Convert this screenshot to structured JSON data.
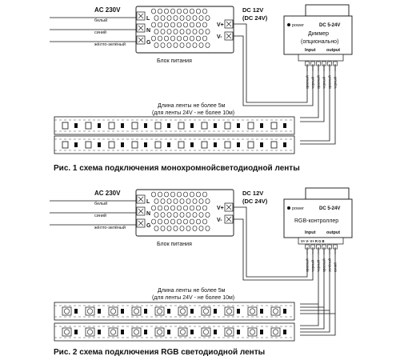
{
  "fig1": {
    "ac_label": "AC 230V",
    "wire_labels": [
      "белый",
      "синий",
      "жёлто-зелёный"
    ],
    "terminals_in": [
      "L",
      "N",
      "G"
    ],
    "terminals_out": [
      "V+",
      "V-"
    ],
    "dc_label_1": "DC 12V",
    "dc_label_2": "(DC 24V)",
    "psu_label": "Блок питания",
    "device": {
      "power": "power",
      "voltage": "DC 5-24V",
      "name_1": "Диммер",
      "name_2": "(опционально)",
      "input": "Input",
      "output": "output",
      "pin_labels": [
        "красный",
        "черный",
        "красный",
        "черный",
        "красный",
        "черный"
      ]
    },
    "length_1": "Длина ленты не более 5м",
    "length_2": "(для ленты 24V - не более 10м)",
    "caption": "Рис. 1 схема подключения монохромнойсветодиодной ленты"
  },
  "fig2": {
    "ac_label": "AC 230V",
    "wire_labels": [
      "белый",
      "синий",
      "жёлто-зелёный"
    ],
    "terminals_in": [
      "L",
      "N",
      "G"
    ],
    "terminals_out": [
      "V+",
      "V-"
    ],
    "dc_label_1": "DC 12V",
    "dc_label_2": "(DC 24V)",
    "psu_label": "Блок питания",
    "device": {
      "power": "power",
      "voltage": "DC 5-24V",
      "name_1": "RGB-контроллер",
      "input": "Input",
      "output": "output",
      "pin_header": "V+ V- V+ R G B",
      "pin_labels": [
        "красный",
        "черный",
        "черный",
        "красный",
        "зелёный",
        "синий"
      ]
    },
    "length_1": "Длина ленты не более 5м",
    "length_2": "(для ленты 24V - не более 10м)",
    "caption": "Рис. 2 схема подключения RGB светодиодной ленты"
  }
}
